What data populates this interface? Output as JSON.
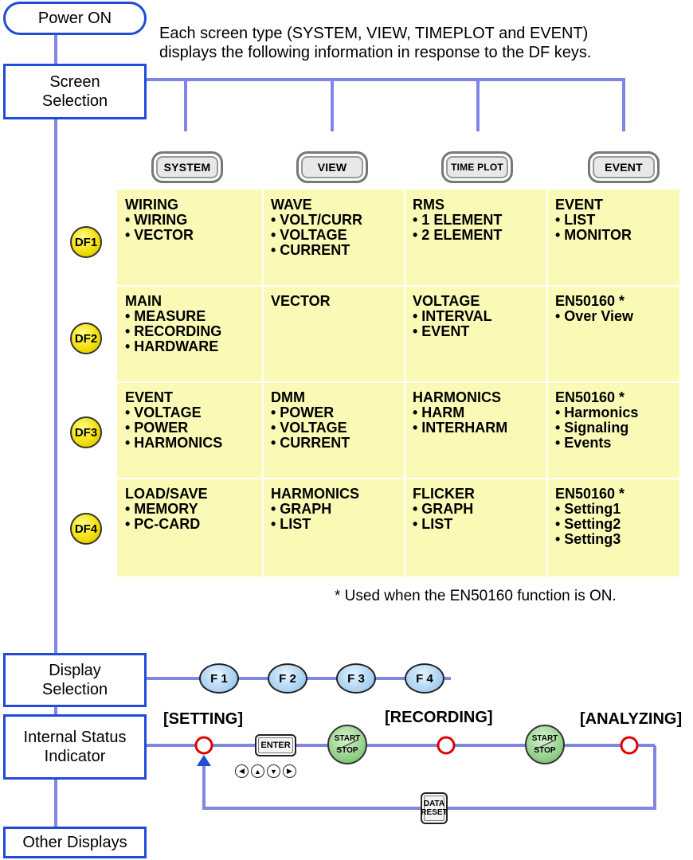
{
  "power": "Power ON",
  "intro_line1": "Each screen type (SYSTEM, VIEW, TIMEPLOT and EVENT)",
  "intro_line2": "displays the following information in response to the DF keys.",
  "flow_boxes": {
    "screen_selection": [
      "Screen",
      "Selection"
    ],
    "display_selection": [
      "Display",
      "Selection"
    ],
    "internal_status": [
      "Internal Status",
      "Indicator"
    ],
    "other_displays": "Other Displays"
  },
  "screen_tabs": [
    "SYSTEM",
    "VIEW",
    "TIME PLOT",
    "EVENT"
  ],
  "df_keys": [
    "DF1",
    "DF2",
    "DF3",
    "DF4"
  ],
  "grid": [
    [
      {
        "title": "WIRING",
        "items": [
          "• WIRING",
          "• VECTOR"
        ]
      },
      {
        "title": "WAVE",
        "items": [
          "• VOLT/CURR",
          "• VOLTAGE",
          "• CURRENT"
        ]
      },
      {
        "title": "RMS",
        "items": [
          "• 1 ELEMENT",
          "• 2 ELEMENT"
        ]
      },
      {
        "title": "EVENT",
        "items": [
          "• LIST",
          "• MONITOR"
        ]
      }
    ],
    [
      {
        "title": "MAIN",
        "items": [
          "• MEASURE",
          "• RECORDING",
          "• HARDWARE"
        ]
      },
      {
        "title": "VECTOR",
        "items": []
      },
      {
        "title": "VOLTAGE",
        "items": [
          "• INTERVAL",
          "• EVENT"
        ]
      },
      {
        "title": "EN50160 *",
        "items": [
          "• Over View"
        ]
      }
    ],
    [
      {
        "title": "EVENT",
        "items": [
          "• VOLTAGE",
          "• POWER",
          "• HARMONICS"
        ]
      },
      {
        "title": "DMM",
        "items": [
          "• POWER",
          "• VOLTAGE",
          "• CURRENT"
        ]
      },
      {
        "title": "HARMONICS",
        "items": [
          "• HARM",
          "• INTERHARM"
        ]
      },
      {
        "title": "EN50160 *",
        "items": [
          "• Harmonics",
          "• Signaling",
          "• Events"
        ]
      }
    ],
    [
      {
        "title": "LOAD/SAVE",
        "items": [
          "• MEMORY",
          "• PC-CARD"
        ]
      },
      {
        "title": "HARMONICS",
        "items": [
          "• GRAPH",
          "• LIST"
        ]
      },
      {
        "title": "FLICKER",
        "items": [
          "• GRAPH",
          "• LIST"
        ]
      },
      {
        "title": "EN50160 *",
        "items": [
          "• Setting1",
          "• Setting2",
          "• Setting3"
        ]
      }
    ]
  ],
  "footnote": "* Used when the EN50160 function is ON.",
  "f_keys": [
    "F 1",
    "F 2",
    "F 3",
    "F 4"
  ],
  "states": [
    "[SETTING]",
    "[RECORDING]",
    "[ANALYZING]"
  ],
  "keys": {
    "enter": "ENTER",
    "start": "START",
    "stop": "STOP",
    "data_reset": [
      "DATA",
      "RESET"
    ],
    "arrows": [
      "◀",
      "▲",
      "▼",
      "▶"
    ]
  },
  "colors": {
    "flow_line": "#7f86e6",
    "box_border": "#1f4bd8",
    "grid_fill": "#fafab6",
    "state_circle": "#e00000",
    "arrow": "#1f4bd8"
  }
}
